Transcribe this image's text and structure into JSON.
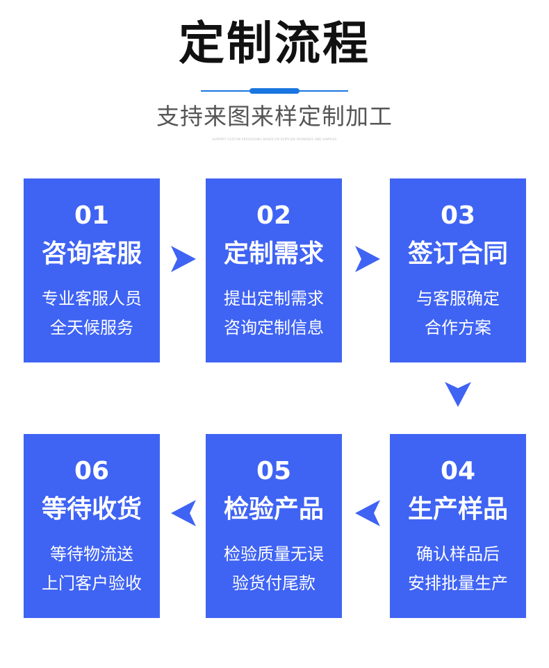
{
  "header": {
    "title": "定制流程",
    "subtitle": "支持来图来样定制加工",
    "tagline": "SUPPORT CUSTOM PROCESSING BASED ON SUPPLIED DRAWINGS AND SAMPLES"
  },
  "colors": {
    "card": "#3f63f3",
    "arrow": "#3f63f3",
    "accent_line": "#1976e0"
  },
  "steps": [
    {
      "num": "01",
      "name": "咨询客服",
      "line1": "专业客服人员",
      "line2": "全天候服务"
    },
    {
      "num": "02",
      "name": "定制需求",
      "line1": "提出定制需求",
      "line2": "咨询定制信息"
    },
    {
      "num": "03",
      "name": "签订合同",
      "line1": "与客服确定",
      "line2": "合作方案"
    },
    {
      "num": "04",
      "name": "生产样品",
      "line1": "确认样品后",
      "line2": "安排批量生产"
    },
    {
      "num": "05",
      "name": "检验产品",
      "line1": "检验质量无误",
      "line2": "验货付尾款"
    },
    {
      "num": "06",
      "name": "等待收货",
      "line1": "等待物流送",
      "line2": "上门客户验收"
    }
  ],
  "connectors": [
    {
      "from": "01",
      "to": "02",
      "direction": "right"
    },
    {
      "from": "02",
      "to": "03",
      "direction": "right"
    },
    {
      "from": "03",
      "to": "04",
      "direction": "down"
    },
    {
      "from": "04",
      "to": "05",
      "direction": "left"
    },
    {
      "from": "05",
      "to": "06",
      "direction": "left"
    }
  ]
}
